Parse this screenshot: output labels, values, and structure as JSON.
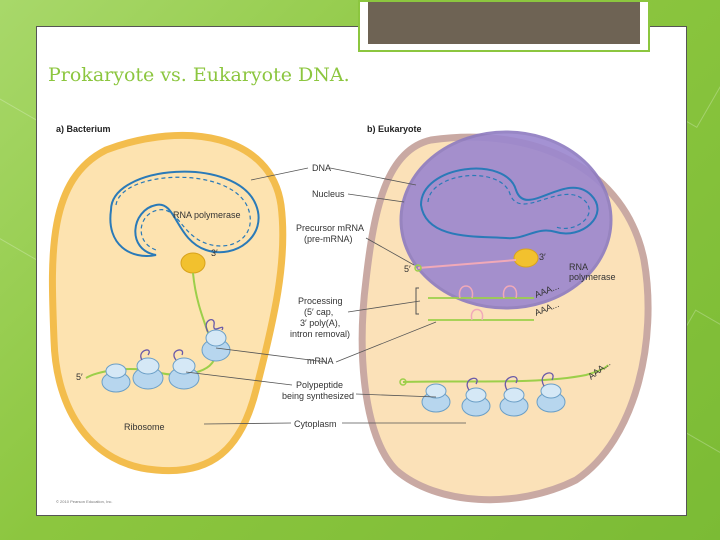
{
  "slide": {
    "title": "Prokaryote vs. Eukaryote DNA."
  },
  "diagram": {
    "panel_a_heading": "a) Bacterium",
    "panel_b_heading": "b) Eukaryote",
    "a_rna_polymerase": "RNA polymerase",
    "a_three_prime": "3′",
    "a_five_prime": "5′",
    "a_ribosome": "Ribosome",
    "center_labels": {
      "dna": "DNA",
      "nucleus": "Nucleus",
      "precursor_1": "Precursor mRNA",
      "precursor_2": "(pre-mRNA)",
      "processing_1": "Processing",
      "processing_2": "(5′ cap,",
      "processing_3": "3′ poly(A),",
      "processing_4": "intron removal)",
      "mrna": "mRNA",
      "polypeptide_1": "Polypeptide",
      "polypeptide_2": "being synthesized",
      "cytoplasm": "Cytoplasm"
    },
    "b_five_prime": "5′",
    "b_three_prime": "3′",
    "b_rna_1": "RNA",
    "b_rna_2": "polymerase",
    "b_aaa_1": "AAA...",
    "b_aaa_2": "AAA...",
    "b_aaa_3": "AAA...",
    "copyright": "© 2010 Pearson Education, Inc."
  },
  "colors": {
    "background": "#8cc63f",
    "title": "#8cc63f",
    "tab": "#6e6354",
    "bacterium_fill": "#fde3b0",
    "bacterium_edge": "#f3bd4d",
    "eukaryote_outer": "#fbe1b8",
    "eukaryote_edge": "#c9a9a3",
    "nucleus": "#9b87cf",
    "dna": "#2a7ab8",
    "mrna": "#9ccf4a",
    "ribosome": "#b7d6ee",
    "polypeptide": "#6a5aa8"
  }
}
